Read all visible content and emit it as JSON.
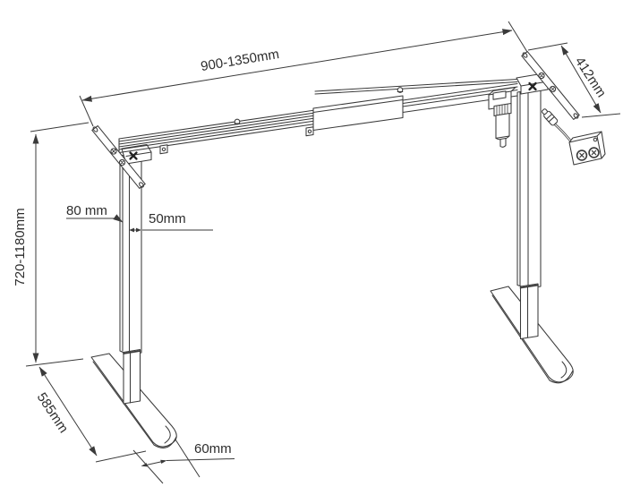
{
  "diagram": {
    "kind": "technical-line-drawing",
    "subject": "height-adjustable-desk-frame",
    "dimensions": {
      "width_range": "900-1350mm",
      "side_bracket_length": "412mm",
      "height_range": "720-1180mm",
      "leg_depth": "80 mm",
      "leg_width": "50mm",
      "foot_length": "585mm",
      "foot_front_width": "60mm"
    },
    "colors": {
      "line": "#3a3a3a",
      "text": "#2d2d2d",
      "background": "#ffffff"
    }
  }
}
